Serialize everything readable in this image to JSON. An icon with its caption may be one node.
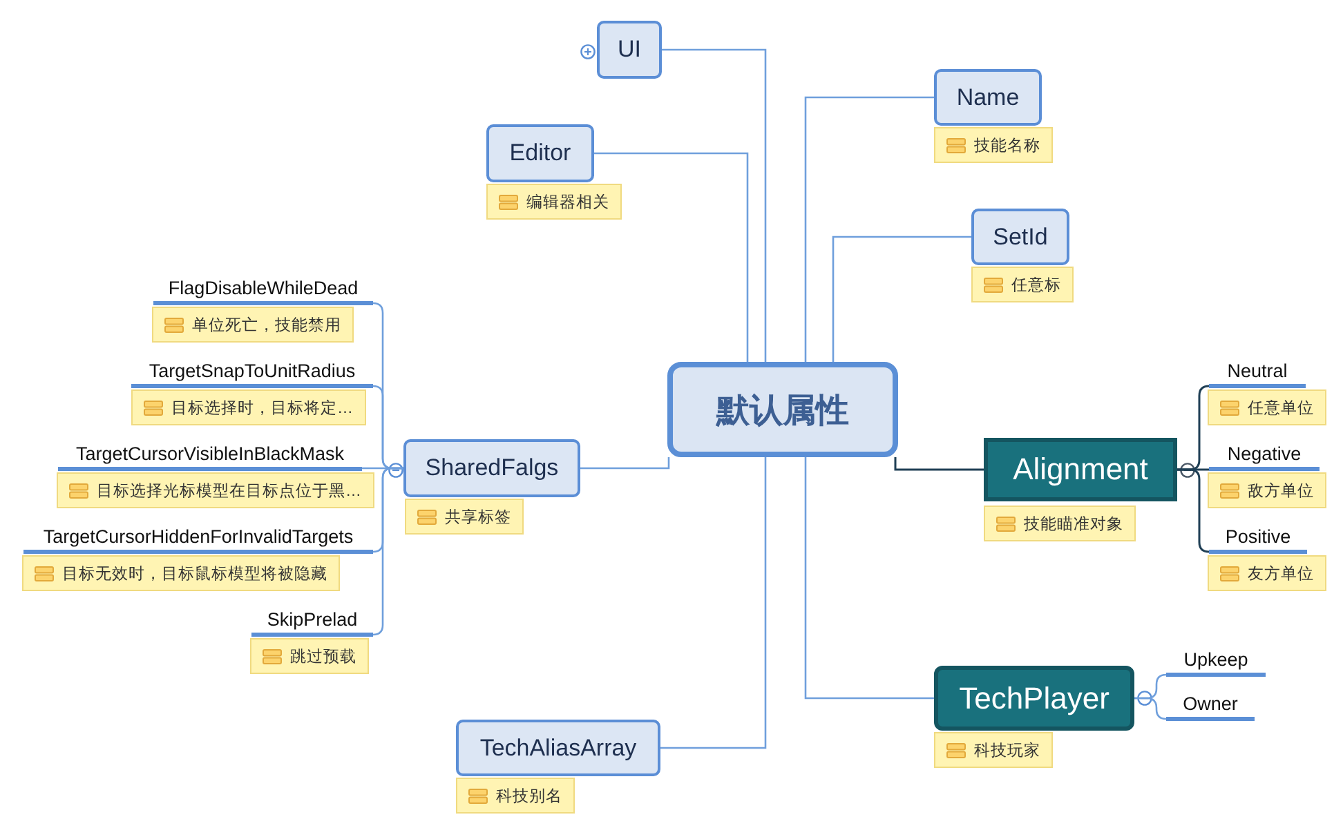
{
  "diagram": {
    "nodes": [
      {
        "text": [
          "默认属性"
        ]
      },
      {
        "text": [
          "UI"
        ]
      },
      {
        "text": [
          "Editor"
        ],
        "beside": [
          "编辑器相关"
        ]
      },
      {
        "text": [
          "SharedFalgs"
        ],
        "beside": [
          "共享标签"
        ]
      },
      {
        "text": [
          "FlagDisableWhileDead"
        ],
        "beside": [
          "单位死亡，技能禁用"
        ]
      },
      {
        "text": [
          "TargetSnapToUnitRadius"
        ],
        "beside": [
          "目标选择时，目标将定…"
        ]
      },
      {
        "text": [
          "TargetCursorVisibleInBlackMask"
        ],
        "beside": [
          "目标选择光标模型在目标点位于黑…"
        ]
      },
      {
        "text": [
          "TargetCursorHiddenForInvalidTargets"
        ],
        "beside": [
          "目标无效时，目标鼠标模型将被隐藏"
        ]
      },
      {
        "text": [
          "SkipPrelad"
        ],
        "beside": [
          "跳过预载"
        ]
      },
      {
        "text": [
          "TechAliasArray"
        ],
        "beside": [
          "科技别名"
        ]
      },
      {
        "text": [
          "Name"
        ],
        "beside": [
          "技能名称"
        ]
      },
      {
        "text": [
          "SetId"
        ],
        "beside": [
          "任意标"
        ]
      },
      {
        "text": [
          "Alignment"
        ],
        "beside": [
          "技能瞄准对象"
        ]
      },
      {
        "text": [
          "Neutral"
        ],
        "beside": [
          "任意单位"
        ]
      },
      {
        "text": [
          "Negative"
        ],
        "beside": [
          "敌方单位"
        ]
      },
      {
        "text": [
          "Positive"
        ],
        "beside": [
          "友方单位"
        ]
      },
      {
        "text": [
          "TechPlayer"
        ],
        "beside": [
          "科技玩家"
        ]
      },
      {
        "text": [
          "Upkeep"
        ]
      },
      {
        "text": [
          "Owner"
        ]
      }
    ],
    "edges": [
      {
        "from": 0,
        "to": 1,
        "arrow": "none"
      },
      {
        "from": 0,
        "to": 2,
        "arrow": "none"
      },
      {
        "from": 0,
        "to": 3,
        "arrow": "none"
      },
      {
        "from": 3,
        "to": 4,
        "arrow": "none"
      },
      {
        "from": 3,
        "to": 5,
        "arrow": "none"
      },
      {
        "from": 3,
        "to": 6,
        "arrow": "none"
      },
      {
        "from": 3,
        "to": 7,
        "arrow": "none"
      },
      {
        "from": 3,
        "to": 8,
        "arrow": "none"
      },
      {
        "from": 0,
        "to": 9,
        "arrow": "none"
      },
      {
        "from": 0,
        "to": 10,
        "arrow": "none"
      },
      {
        "from": 0,
        "to": 11,
        "arrow": "none"
      },
      {
        "from": 0,
        "to": 12,
        "arrow": "none",
        "color": "#1f3f55"
      },
      {
        "from": 12,
        "to": 13,
        "arrow": "none",
        "color": "#1f3f55"
      },
      {
        "from": 12,
        "to": 14,
        "arrow": "none",
        "color": "#1f3f55"
      },
      {
        "from": 12,
        "to": 15,
        "arrow": "none",
        "color": "#1f3f55"
      },
      {
        "from": 0,
        "to": 16,
        "arrow": "none"
      },
      {
        "from": 16,
        "to": 17,
        "arrow": "none"
      },
      {
        "from": 16,
        "to": 18,
        "arrow": "none"
      }
    ]
  }
}
